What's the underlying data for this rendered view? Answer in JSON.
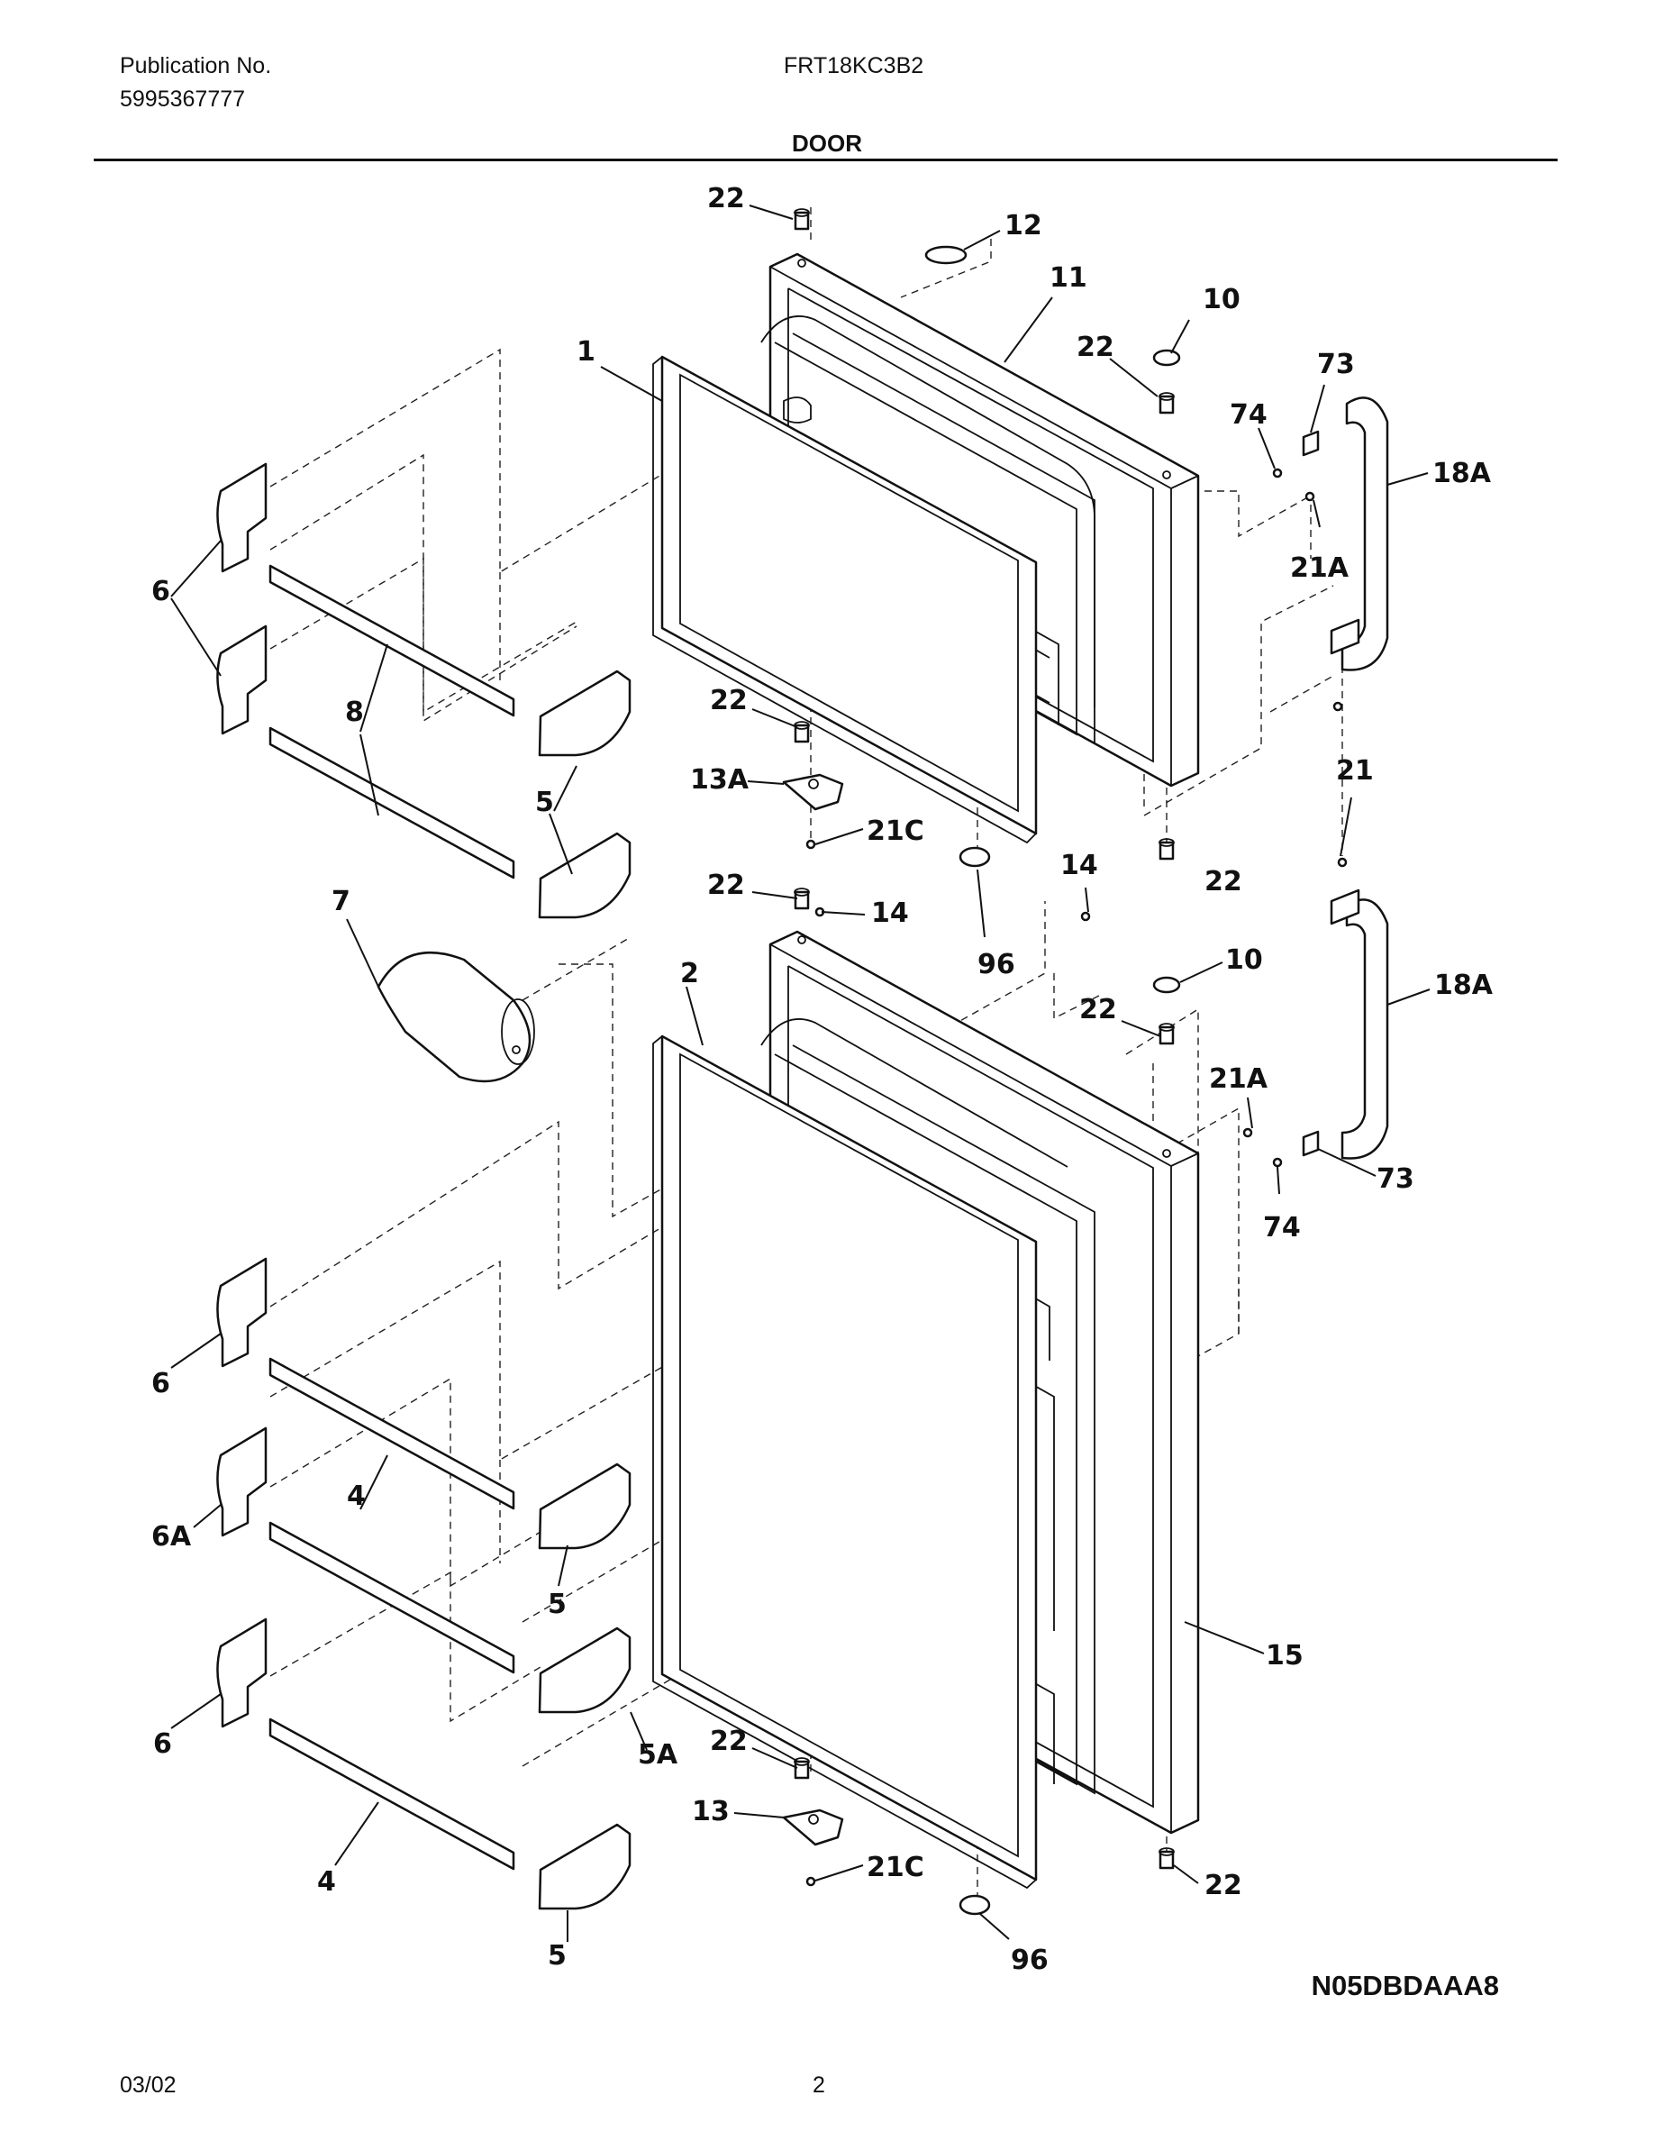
{
  "header": {
    "publication_label": "Publication No.",
    "publication_number": "5995367777",
    "model": "FRT18KC3B2",
    "section_title": "DOOR"
  },
  "callouts": [
    "22",
    "12",
    "11",
    "10",
    "1",
    "22",
    "73",
    "74",
    "18A",
    "21A",
    "6",
    "8",
    "22",
    "13A",
    "21C",
    "5",
    "21",
    "7",
    "22",
    "14",
    "14",
    "22",
    "96",
    "2",
    "10",
    "22",
    "18A",
    "21A",
    "73",
    "74",
    "6",
    "4",
    "6A",
    "5",
    "22",
    "5A",
    "13",
    "21C",
    "96",
    "6",
    "4",
    "5",
    "22",
    "15"
  ],
  "diagram_code": "N05DBDAAA8",
  "footer": {
    "date": "03/02",
    "page": "2"
  }
}
